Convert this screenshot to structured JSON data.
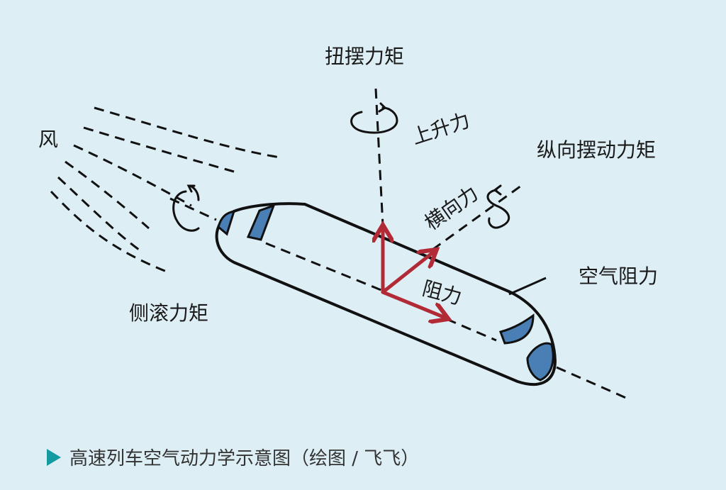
{
  "labels": {
    "yaw_moment": "扭摆力矩",
    "lift": "上升力",
    "pitch_moment": "纵向摆动力矩",
    "wind": "风",
    "lateral_force": "横向力",
    "air_resistance": "空气阻力",
    "drag": "阻力",
    "roll_moment": "侧滚力矩"
  },
  "caption": "高速列车空气动力学示意图（绘图 / 飞飞）",
  "colors": {
    "background": "#ddeef5",
    "outline": "#111111",
    "window_fill": "#4a7fb5",
    "force_arrow": "#b22a35",
    "caption_marker": "#149aa1"
  },
  "icons": [
    "rotation-arrow-icon",
    "caption-triangle-icon"
  ]
}
